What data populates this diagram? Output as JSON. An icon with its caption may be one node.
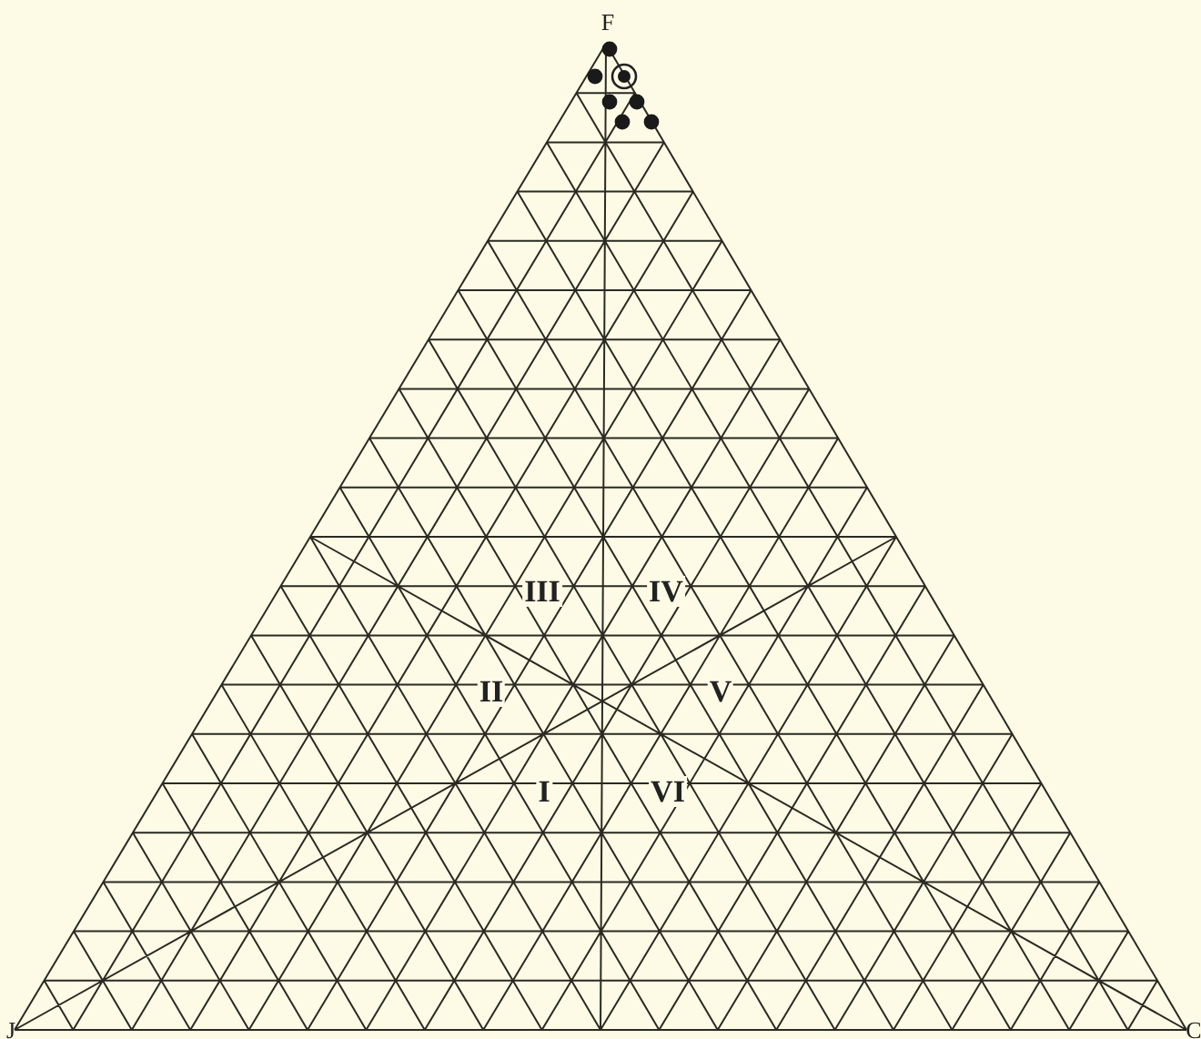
{
  "diagram": {
    "labels": [
      "F",
      "III",
      "IV",
      "II",
      "V",
      "I",
      "VI",
      "J",
      "C"
    ]
  }
}
